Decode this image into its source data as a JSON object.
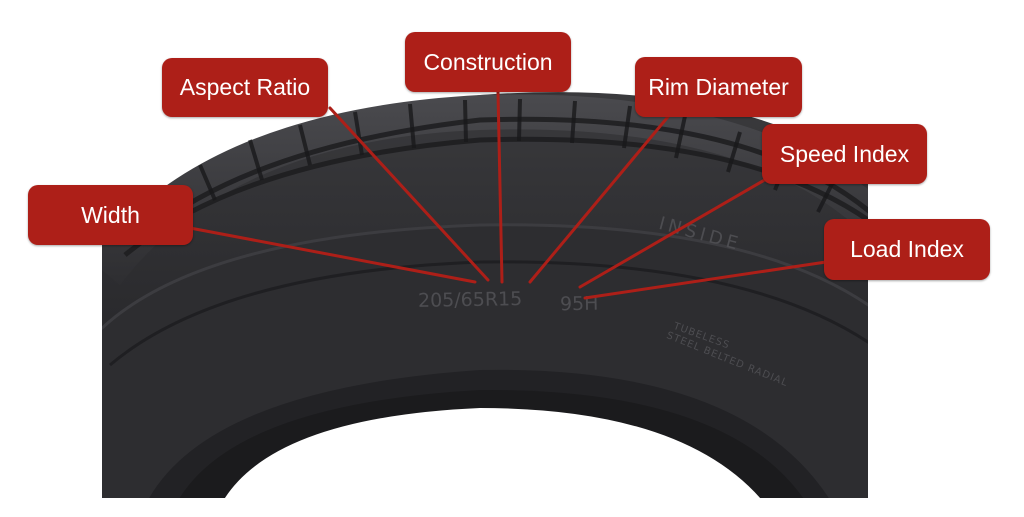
{
  "labels": {
    "width": "Width",
    "aspect_ratio": "Aspect Ratio",
    "construction": "Construction",
    "rim_diameter": "Rim Diameter",
    "speed_index": "Speed Index",
    "load_index": "Load Index"
  },
  "tire_markings": {
    "size_code": "205/65R15",
    "service_code": "95H",
    "inside_text": "INSIDE",
    "tubeless_text": "TUBELESS",
    "steel_belted_text": "STEEL BELTED RADIAL"
  },
  "colors": {
    "callout_red": "#ad1f18",
    "tire_dark": "#2a2a2c"
  }
}
